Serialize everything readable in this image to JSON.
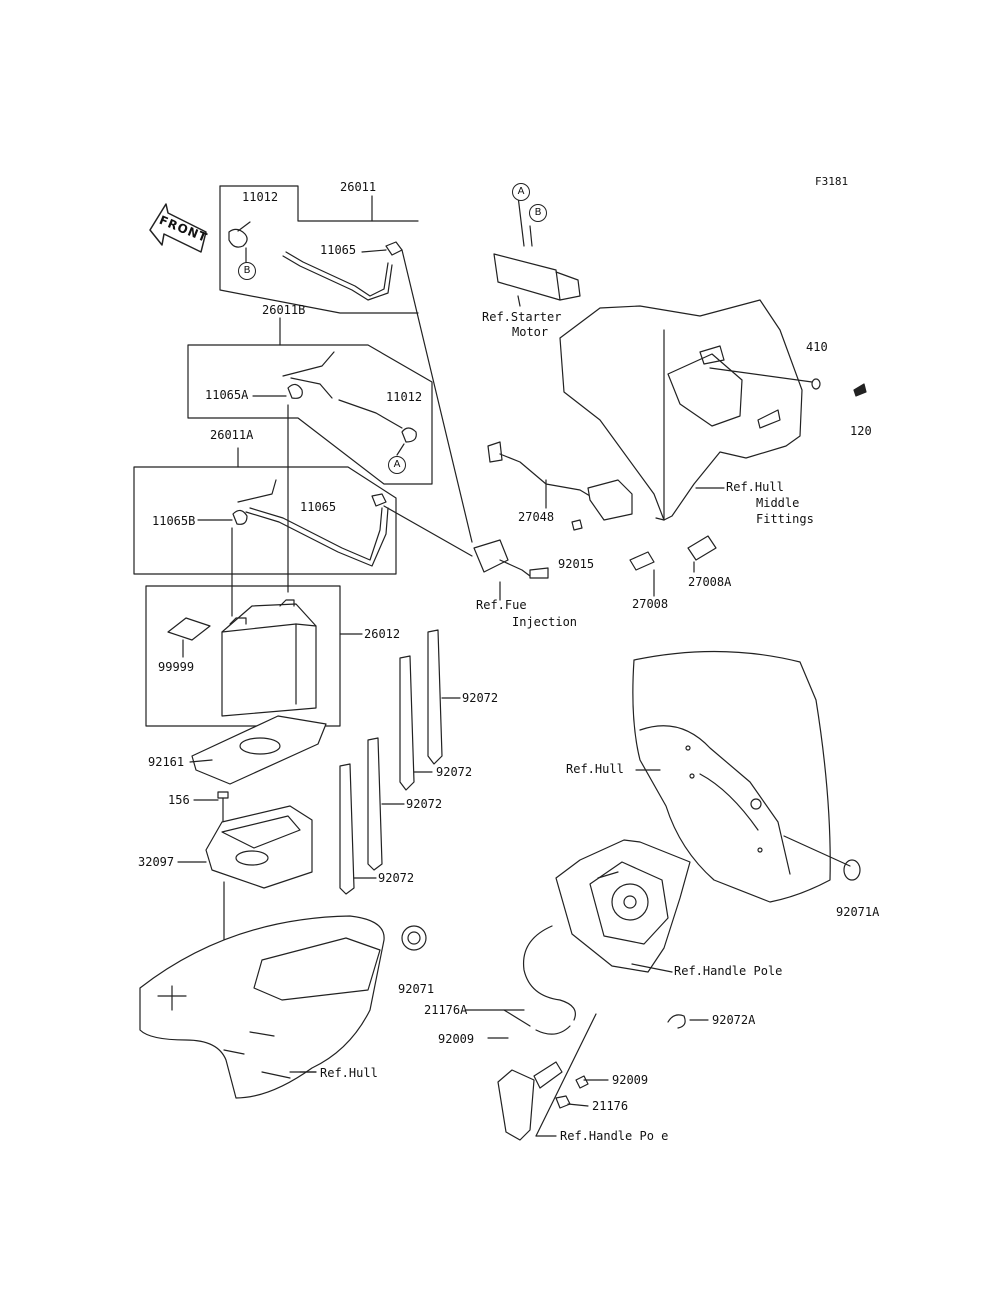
{
  "diagram_code": "F3181",
  "front_label": "FRONT",
  "callouts": {
    "a": "A",
    "b": "B"
  },
  "parts": {
    "p26011": "26011",
    "p11012_top": "11012",
    "p11065_top": "11065",
    "p26011B": "26011B",
    "p11065A": "11065A",
    "p11012_mid": "11012",
    "p26011A": "26011A",
    "p11065B": "11065B",
    "p11065_mid": "11065",
    "p26012": "26012",
    "p99999": "99999",
    "p92072_a": "92072",
    "p92072_b": "92072",
    "p92072_c": "92072",
    "p92072_d": "92072",
    "p92161": "92161",
    "p156": "156",
    "p32097": "32097",
    "p92071": "92071",
    "p410": "410",
    "p120": "120",
    "p27048": "27048",
    "p92015": "92015",
    "p27008": "27008",
    "p27008A": "27008A",
    "p92071A": "92071A",
    "p21176A": "21176A",
    "p92009_a": "92009",
    "p92009_b": "92009",
    "p21176": "21176",
    "p92072A": "92072A"
  },
  "refs": {
    "starter_motor_1": "Ref.Starter",
    "starter_motor_2": "Motor",
    "hull_middle_1": "Ref.Hull",
    "hull_middle_2": "Middle",
    "hull_middle_3": "Fittings",
    "fuel_injection_1": "Ref.Fue",
    "fuel_injection_2": "Injection",
    "hull_right": "Ref.Hull",
    "handle_pole_plate": "Ref.Handle Pole",
    "hull_bottom": "Ref.Hull",
    "handle_pole_bottom": "Ref.Handle Po e"
  }
}
